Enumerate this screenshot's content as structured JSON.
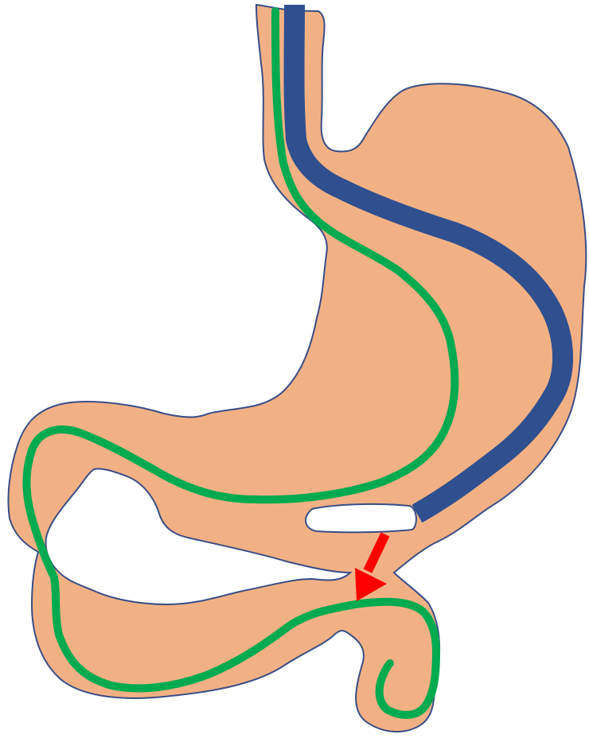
{
  "diagram": {
    "type": "anatomical-illustration",
    "labels": [],
    "colors": {
      "background": "#ffffff",
      "organ_fill": "#F2B185",
      "organ_outline": "#3A4E86",
      "tube_blue": "#2F4F8F",
      "tube_green": "#00AA4F",
      "arrow_red": "#FF0000",
      "opening_fill": "#ffffff"
    },
    "icons": [
      "organ-silhouette",
      "blue-tube-path",
      "green-tube-path",
      "red-arrow",
      "white-opening"
    ]
  }
}
